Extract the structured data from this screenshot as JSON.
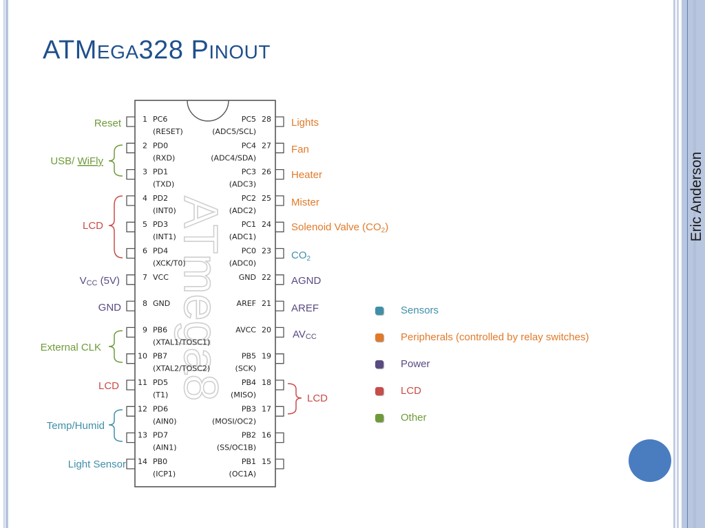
{
  "slide": {
    "title_prefix": "ATM",
    "title_sc1": "EGA",
    "title_mid": "328 P",
    "title_sc2": "INOUT",
    "author": "Eric Anderson"
  },
  "colors": {
    "title": "#1f4f8c",
    "sensors": "#3f8fa8",
    "peripherals": "#e07a2a",
    "power": "#5a4a82",
    "lcd": "#c84c48",
    "other": "#6f9a3a",
    "accent_circle": "#4a7cc0"
  },
  "chip": {
    "watermark": "ATmega8",
    "left_pins": [
      {
        "num": "1",
        "name": "PC6",
        "alt": "(RESET)"
      },
      {
        "num": "2",
        "name": "PD0",
        "alt": "(RXD)"
      },
      {
        "num": "3",
        "name": "PD1",
        "alt": "(TXD)"
      },
      {
        "num": "4",
        "name": "PD2",
        "alt": "(INT0)"
      },
      {
        "num": "5",
        "name": "PD3",
        "alt": "(INT1)"
      },
      {
        "num": "6",
        "name": "PD4",
        "alt": "(XCK/T0)"
      },
      {
        "num": "7",
        "name": "VCC",
        "alt": ""
      },
      {
        "num": "8",
        "name": "GND",
        "alt": ""
      },
      {
        "num": "9",
        "name": "PB6",
        "alt": "(XTAL1/TOSC1)"
      },
      {
        "num": "10",
        "name": "PB7",
        "alt": "(XTAL2/TOSC2)"
      },
      {
        "num": "11",
        "name": "PD5",
        "alt": "(T1)"
      },
      {
        "num": "12",
        "name": "PD6",
        "alt": "(AIN0)"
      },
      {
        "num": "13",
        "name": "PD7",
        "alt": "(AIN1)"
      },
      {
        "num": "14",
        "name": "PB0",
        "alt": "(ICP1)"
      }
    ],
    "right_pins": [
      {
        "num": "28",
        "name": "PC5",
        "alt": "(ADC5/SCL)"
      },
      {
        "num": "27",
        "name": "PC4",
        "alt": "(ADC4/SDA)"
      },
      {
        "num": "26",
        "name": "PC3",
        "alt": "(ADC3)"
      },
      {
        "num": "25",
        "name": "PC2",
        "alt": "(ADC2)"
      },
      {
        "num": "24",
        "name": "PC1",
        "alt": "(ADC1)"
      },
      {
        "num": "23",
        "name": "PC0",
        "alt": "(ADC0)"
      },
      {
        "num": "22",
        "name": "GND",
        "alt": ""
      },
      {
        "num": "21",
        "name": "AREF",
        "alt": ""
      },
      {
        "num": "20",
        "name": "AVCC",
        "alt": ""
      },
      {
        "num": "19",
        "name": "PB5",
        "alt": "(SCK)"
      },
      {
        "num": "18",
        "name": "PB4",
        "alt": "(MISO)"
      },
      {
        "num": "17",
        "name": "PB3",
        "alt": "(MOSI/OC2)"
      },
      {
        "num": "16",
        "name": "PB2",
        "alt": "(SS/OC1B)"
      },
      {
        "num": "15",
        "name": "PB1",
        "alt": "(OC1A)"
      }
    ]
  },
  "annotations": {
    "left": {
      "reset": "Reset",
      "usb_wifly_a": "USB/ ",
      "usb_wifly_b": "WiFly",
      "lcd_1": "LCD",
      "vcc_main": "V",
      "vcc_sub": "CC",
      "vcc_suffix": " (5V)",
      "gnd": "GND",
      "ext_clk": "External CLK",
      "lcd_2": "LCD",
      "temp_humid": "Temp/Humid",
      "light_sensor": "Light Sensor"
    },
    "right": {
      "lights": "Lights",
      "fan": "Fan",
      "heater": "Heater",
      "mister": "Mister",
      "solenoid_pre": "Solenoid Valve (CO",
      "solenoid_sub": "2",
      "solenoid_post": ")",
      "co2_main": "CO",
      "co2_sub": "2",
      "agnd": "AGND",
      "aref": "AREF",
      "avcc_main": "AV",
      "avcc_sub": "CC",
      "lcd_3": "LCD"
    }
  },
  "legend": [
    {
      "label": "Sensors",
      "color": "#3f8fa8"
    },
    {
      "label": "Peripherals (controlled by relay switches)",
      "color": "#e07a2a"
    },
    {
      "label": "Power",
      "color": "#5a4a82"
    },
    {
      "label": "LCD",
      "color": "#c84c48"
    },
    {
      "label": "Other",
      "color": "#6f9a3a"
    }
  ]
}
